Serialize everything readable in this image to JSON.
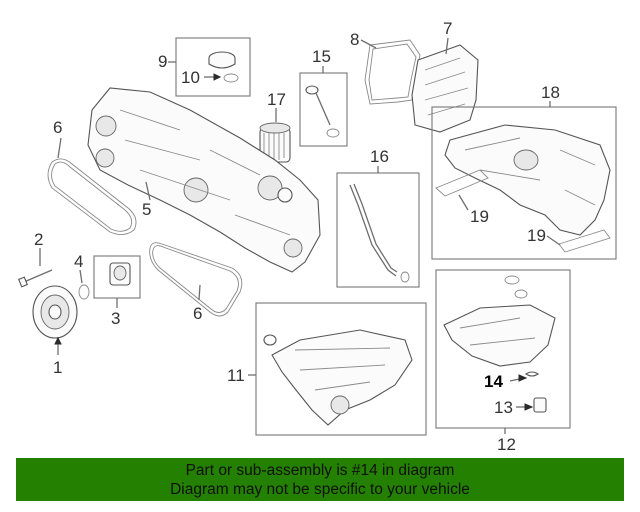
{
  "callouts": {
    "c1": "1",
    "c2": "2",
    "c3": "3",
    "c4": "4",
    "c5": "5",
    "c6a": "6",
    "c6b": "6",
    "c7": "7",
    "c8": "8",
    "c9": "9",
    "c10": "10",
    "c11": "11",
    "c12": "12",
    "c13": "13",
    "c14": "14",
    "c15": "15",
    "c16": "16",
    "c17": "17",
    "c18": "18",
    "c19a": "19",
    "c19b": "19"
  },
  "highlight_part": "14",
  "colors": {
    "banner": "#238000",
    "lines": "#6e6e6e",
    "highlight": "#000000"
  },
  "footer": {
    "line1": "Part or sub-assembly is #14 in diagram",
    "line2": "Diagram may not be specific to your vehicle"
  }
}
